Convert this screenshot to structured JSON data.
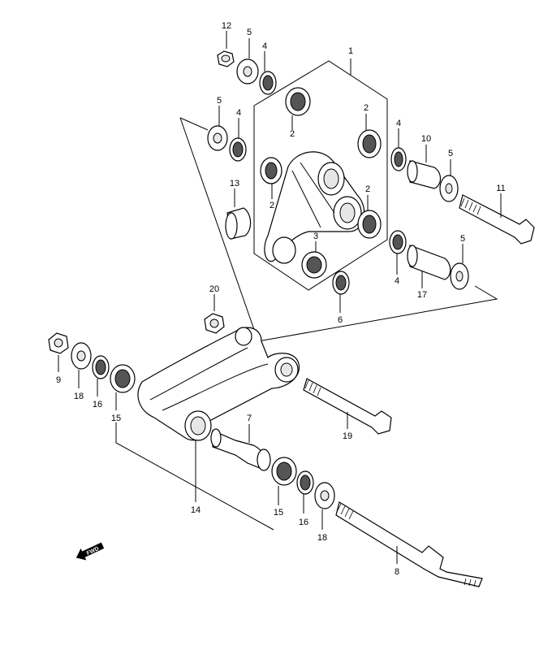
{
  "callouts": {
    "c1": "1",
    "c2a": "2",
    "c2b": "2",
    "c2c": "2",
    "c2d": "2",
    "c3": "3",
    "c4a": "4",
    "c4b": "4",
    "c4c": "4",
    "c4d": "4",
    "c5a": "5",
    "c5b": "5",
    "c5c": "5",
    "c5d": "5",
    "c6": "6",
    "c7": "7",
    "c8": "8",
    "c9": "9",
    "c10": "10",
    "c11": "11",
    "c12": "12",
    "c13": "13",
    "c14": "14",
    "c15a": "15",
    "c15b": "15",
    "c16a": "16",
    "c16b": "16",
    "c17": "17",
    "c18a": "18",
    "c18b": "18",
    "c19": "19",
    "c20": "20"
  },
  "direction_marker": {
    "label": "FWD",
    "icon": "fwd-arrow-icon"
  }
}
